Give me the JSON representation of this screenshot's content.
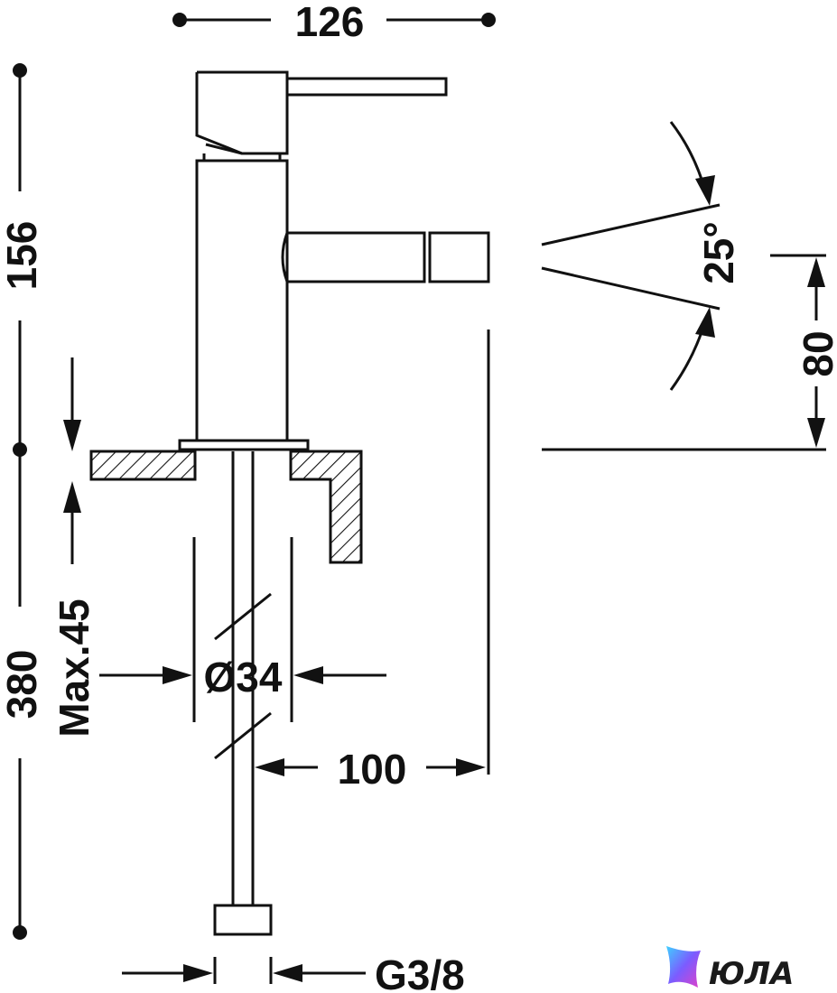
{
  "dimensions": {
    "width_top": "126",
    "height_upper": "156",
    "height_lower": "380",
    "max_thickness": "Max.45",
    "pipe_diameter": "Ø34",
    "reach": "100",
    "spout_angle": "25°",
    "spout_height": "80",
    "thread": "G3/8"
  },
  "logo": {
    "name": "ЮЛА",
    "gradient_colors": [
      "#3fd0ff",
      "#7b5cff",
      "#e040c8"
    ]
  },
  "colors": {
    "line": "#111111",
    "background": "#ffffff"
  }
}
